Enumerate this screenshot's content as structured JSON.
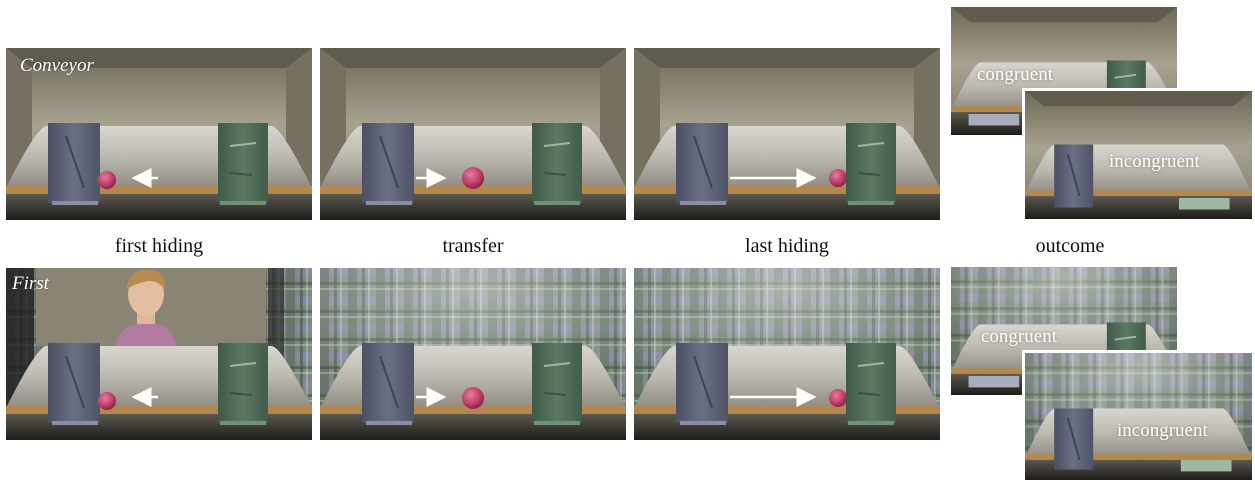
{
  "rows": [
    {
      "label": "Conveyor",
      "background": "plain-room"
    },
    {
      "label": "First",
      "background": "plaid-curtain"
    }
  ],
  "captions": [
    "first hiding",
    "transfer",
    "last hiding",
    "outcome"
  ],
  "outcome_labels": {
    "congruent": "congruent",
    "incongruent": "incongruent"
  },
  "colors": {
    "room_wall": "#8f8a79",
    "left_screen": "#5d6275",
    "right_screen": "#4f6a57",
    "ball": "#c33a6a",
    "arrow": "#ffffff",
    "belt": "#b3884f",
    "plaid_green": "#5f6f60",
    "plaid_purple": "#7d7b98"
  },
  "icons": [
    "arrow-left-icon",
    "arrow-right-icon",
    "long-arrow-right-icon"
  ]
}
